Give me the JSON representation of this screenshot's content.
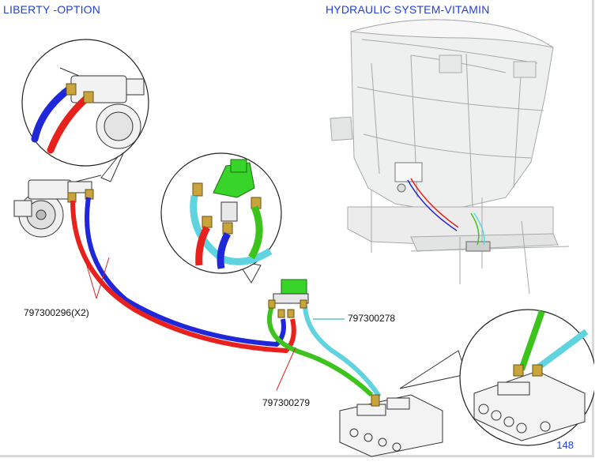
{
  "header": {
    "left_title": "LIBERTY -OPTION",
    "right_title": "HYDRAULIC SYSTEM-VITAMIN"
  },
  "part_labels": {
    "hose_pair": "797300296(X2)",
    "hose_cyan": "797300278",
    "hose_green": "797300279"
  },
  "page_number": "148",
  "colors": {
    "header_text": "#1f3fd6",
    "hose_red": "#e8211d",
    "hose_blue": "#2027d8",
    "hose_green": "#3cc41c",
    "hose_cyan": "#5fd3df",
    "fitting_brass": "#c8a43a",
    "valve_green": "#38d42a"
  }
}
